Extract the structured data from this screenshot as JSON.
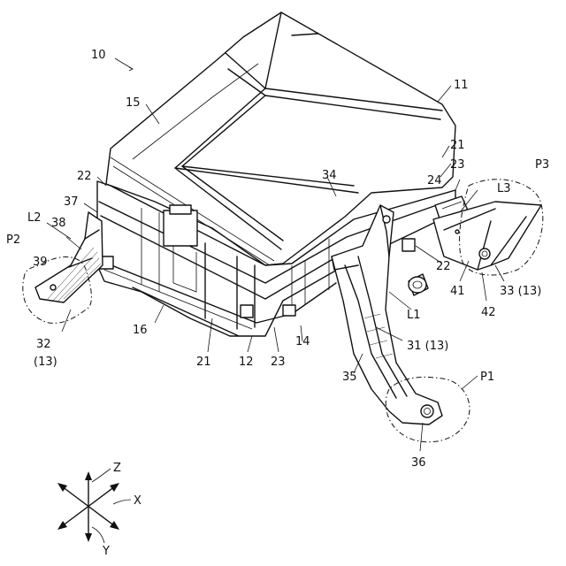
{
  "labels": {
    "l10": "10",
    "l11": "11",
    "l15": "15",
    "l21a": "21",
    "l23a": "23",
    "lP3": "P3",
    "l24": "24",
    "l22a": "22",
    "l37": "37",
    "l34": "34",
    "lL3": "L3",
    "lL2": "L2",
    "l38": "38",
    "lP2": "P2",
    "l39": "39",
    "l22b": "22",
    "l41": "41",
    "l33": "33 (13)",
    "l42": "42",
    "lL1": "L1",
    "l16": "16",
    "l14": "14",
    "l31": "31 (13)",
    "l32": "32",
    "l13": "(13)",
    "l21b": "21",
    "l12": "12",
    "l23b": "23",
    "l35": "35",
    "lP1": "P1",
    "l36": "36"
  },
  "axes": {
    "z": "Z",
    "x": "X",
    "y": "Y"
  }
}
